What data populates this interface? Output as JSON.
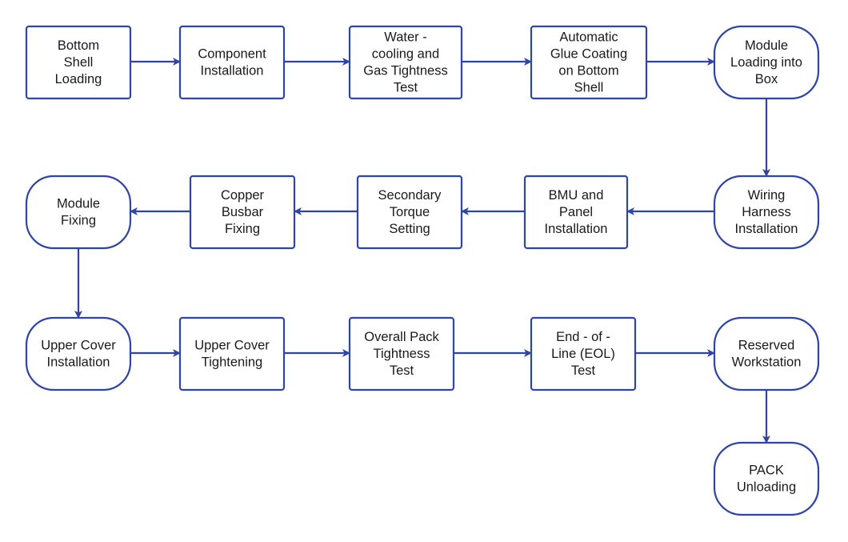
{
  "colors": {
    "stroke": "#2e45a6",
    "fill": "#ffffff",
    "text": "#1a1a1a",
    "background": "#ffffff"
  },
  "nodes": [
    {
      "id": "n1",
      "shape": "rect",
      "lines": [
        "Bottom",
        "Shell",
        "Loading"
      ]
    },
    {
      "id": "n2",
      "shape": "rect",
      "lines": [
        "Component",
        "Installation"
      ]
    },
    {
      "id": "n3",
      "shape": "rect",
      "lines": [
        "Water -",
        "cooling and",
        "Gas Tightness",
        "Test"
      ]
    },
    {
      "id": "n4",
      "shape": "rect",
      "lines": [
        "Automatic",
        "Glue Coating",
        "on Bottom",
        "Shell"
      ]
    },
    {
      "id": "n5",
      "shape": "rounded",
      "lines": [
        "Module",
        "Loading into",
        "Box"
      ]
    },
    {
      "id": "n6",
      "shape": "rounded",
      "lines": [
        "Wiring",
        "Harness",
        "Installation"
      ]
    },
    {
      "id": "n7",
      "shape": "rect",
      "lines": [
        "BMU and",
        "Panel",
        "Installation"
      ]
    },
    {
      "id": "n8",
      "shape": "rect",
      "lines": [
        "Secondary",
        "Torque",
        "Setting"
      ]
    },
    {
      "id": "n9",
      "shape": "rect",
      "lines": [
        "Copper",
        "Busbar",
        "Fixing"
      ]
    },
    {
      "id": "n10",
      "shape": "rounded",
      "lines": [
        "Module",
        "Fixing"
      ]
    },
    {
      "id": "n11",
      "shape": "rounded",
      "lines": [
        "Upper Cover",
        "Installation"
      ]
    },
    {
      "id": "n12",
      "shape": "rect",
      "lines": [
        "Upper Cover",
        "Tightening"
      ]
    },
    {
      "id": "n13",
      "shape": "rect",
      "lines": [
        "Overall Pack",
        "Tightness",
        "Test"
      ]
    },
    {
      "id": "n14",
      "shape": "rect",
      "lines": [
        "End - of -",
        "Line (EOL)",
        "Test"
      ]
    },
    {
      "id": "n15",
      "shape": "rounded",
      "lines": [
        "Reserved",
        "Workstation"
      ]
    },
    {
      "id": "n16",
      "shape": "rounded",
      "lines": [
        "PACK",
        "Unloading"
      ]
    }
  ],
  "edges": [
    {
      "from": "n1",
      "to": "n2"
    },
    {
      "from": "n2",
      "to": "n3"
    },
    {
      "from": "n3",
      "to": "n4"
    },
    {
      "from": "n4",
      "to": "n5"
    },
    {
      "from": "n5",
      "to": "n6"
    },
    {
      "from": "n6",
      "to": "n7"
    },
    {
      "from": "n7",
      "to": "n8"
    },
    {
      "from": "n8",
      "to": "n9"
    },
    {
      "from": "n9",
      "to": "n10"
    },
    {
      "from": "n10",
      "to": "n11"
    },
    {
      "from": "n11",
      "to": "n12"
    },
    {
      "from": "n12",
      "to": "n13"
    },
    {
      "from": "n13",
      "to": "n14"
    },
    {
      "from": "n14",
      "to": "n15"
    },
    {
      "from": "n15",
      "to": "n16"
    }
  ]
}
